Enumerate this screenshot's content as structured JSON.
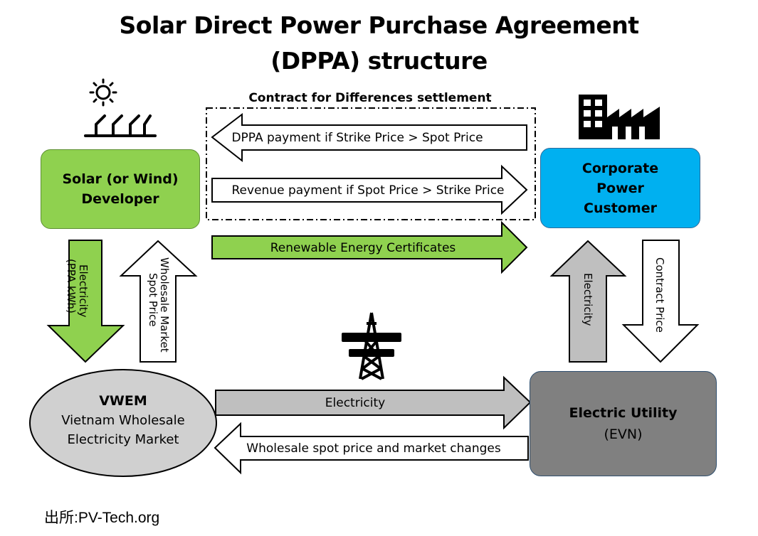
{
  "title": {
    "line1": "Solar Direct Power Purchase Agreement",
    "line2": "(DPPA) structure"
  },
  "cfd_label": "Contract for Differences settlement",
  "nodes": {
    "developer": {
      "line1": "Solar (or Wind)",
      "line2": "Developer",
      "color": "#8fd14f"
    },
    "customer": {
      "line1": "Corporate",
      "line2": "Power",
      "line3": "Customer",
      "color": "#00b0f0"
    },
    "vwem": {
      "line1": "VWEM",
      "line2": "Vietnam Wholesale",
      "line3": "Electricity Market",
      "color": "#d0d0d0"
    },
    "utility": {
      "line1": "Electric Utility",
      "line2": "(EVN)",
      "color": "#808080"
    }
  },
  "flows": {
    "dppa_payment": "DPPA payment if Strike Price > Spot Price",
    "revenue_payment": "Revenue payment if Spot Price > Strike Price",
    "recs": "Renewable Energy Certificates",
    "dev_electricity_1": "Electricity",
    "dev_electricity_2": "(PPA kWh)",
    "wholesale_1": "Wholesale Market",
    "wholesale_2": "Spot Price",
    "cust_electricity": "Electricity",
    "contract_price": "Contract Price",
    "grid_electricity": "Electricity",
    "spot_changes": "Wholesale spot price and market changes"
  },
  "colors": {
    "green": "#8fd14f",
    "gray": "#bfbfbf",
    "white": "#ffffff"
  },
  "source": "出所:PV-Tech.org"
}
